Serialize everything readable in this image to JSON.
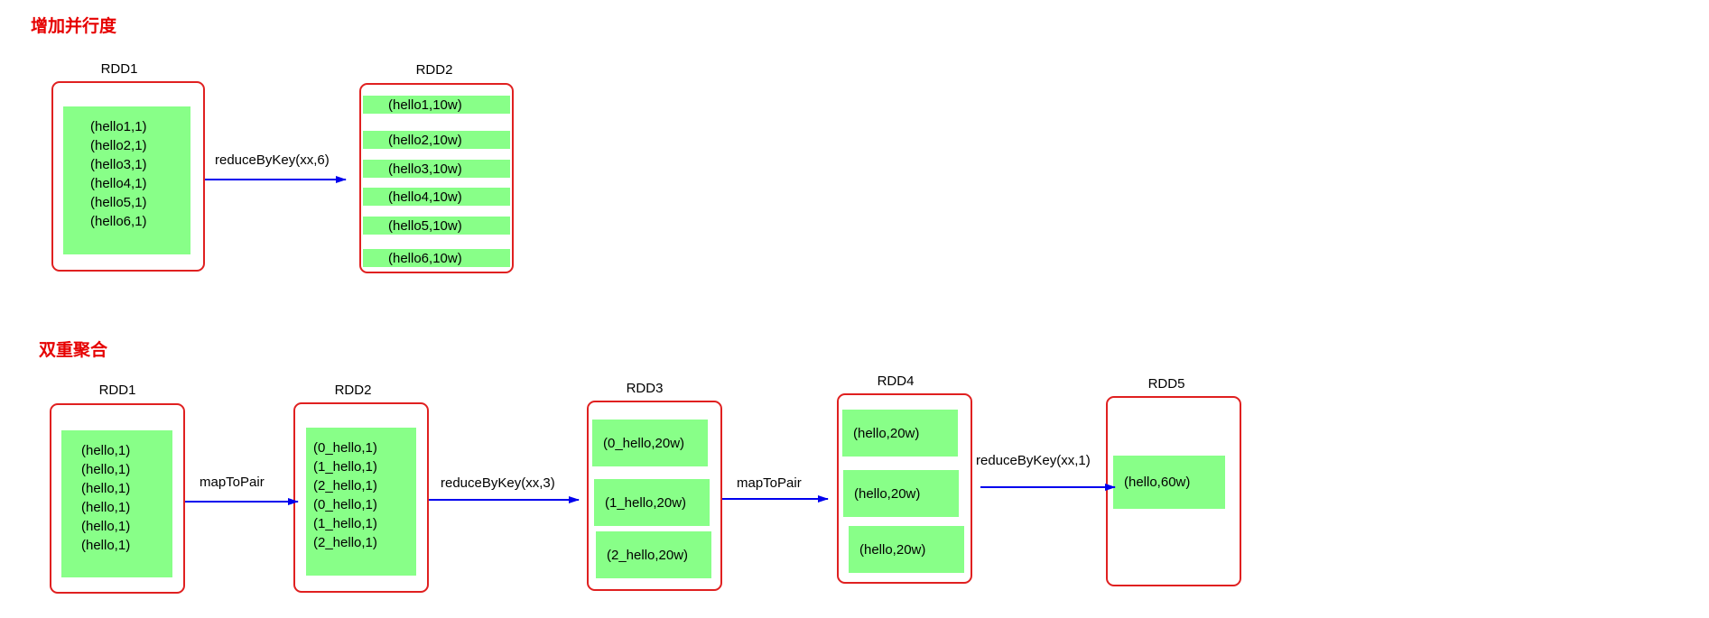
{
  "section1": {
    "title": "增加并行度",
    "rdd1": {
      "label": "RDD1",
      "items": [
        "(hello1,1)",
        "(hello2,1)",
        "(hello3,1)",
        "(hello4,1)",
        "(hello5,1)",
        "(hello6,1)"
      ]
    },
    "op": "reduceByKey(xx,6)",
    "rdd2": {
      "label": "RDD2",
      "items": [
        "(hello1,10w)",
        "(hello2,10w)",
        "(hello3,10w)",
        "(hello4,10w)",
        "(hello5,10w)",
        "(hello6,10w)"
      ]
    }
  },
  "section2": {
    "title": "双重聚合",
    "rdd1": {
      "label": "RDD1",
      "items": [
        "(hello,1)",
        "(hello,1)",
        "(hello,1)",
        "(hello,1)",
        "(hello,1)",
        "(hello,1)"
      ]
    },
    "op1": "mapToPair",
    "rdd2": {
      "label": "RDD2",
      "items": [
        "(0_hello,1)",
        "(1_hello,1)",
        "(2_hello,1)",
        "(0_hello,1)",
        "(1_hello,1)",
        "(2_hello,1)"
      ]
    },
    "op2": "reduceByKey(xx,3)",
    "rdd3": {
      "label": "RDD3",
      "items": [
        "(0_hello,20w)",
        "(1_hello,20w)",
        "(2_hello,20w)"
      ]
    },
    "op3": "mapToPair",
    "rdd4": {
      "label": "RDD4",
      "items": [
        "(hello,20w)",
        "(hello,20w)",
        "(hello,20w)"
      ]
    },
    "op4": "reduceByKey(xx,1)",
    "rdd5": {
      "label": "RDD5",
      "items": [
        "(hello,60w)"
      ]
    }
  },
  "colors": {
    "title": "#e60000",
    "box_border": "#e02020",
    "partition_fill": "#88ff88",
    "arrow": "#0000ee"
  }
}
